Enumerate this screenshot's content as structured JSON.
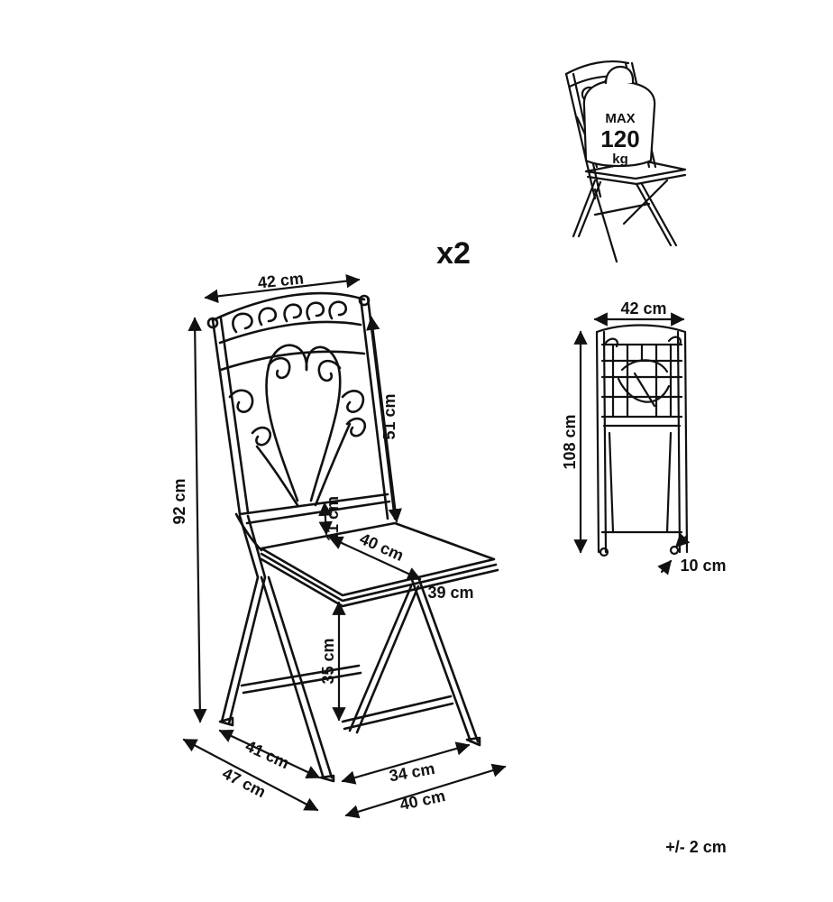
{
  "multiplier": "x2",
  "tolerance": "+/- 2 cm",
  "load_badge": {
    "line1": "MAX",
    "line2": "120",
    "line3": "kg"
  },
  "main_chair": {
    "back_width": "42 cm",
    "total_height": "92 cm",
    "back_height": "51 cm",
    "armrest_gap": "11 cm",
    "seat_width": "40 cm",
    "seat_depth": "39 cm",
    "seat_height": "35 cm",
    "leg_depth_inner": "41 cm",
    "leg_depth_outer": "47 cm",
    "leg_width_inner": "34 cm",
    "leg_width_outer": "40 cm"
  },
  "folded_chair": {
    "width": "42 cm",
    "height": "108 cm",
    "thickness": "10 cm"
  }
}
